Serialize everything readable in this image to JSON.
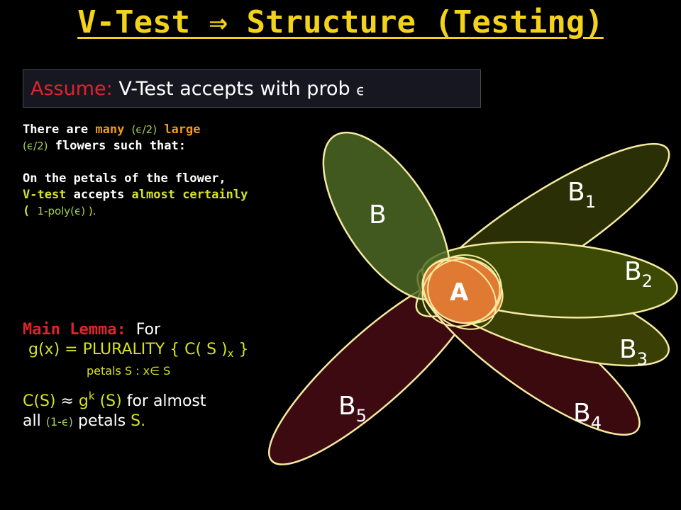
{
  "slide": {
    "title": "V-Test ⇒ Structure (Testing)"
  },
  "assume": {
    "label": "Assume:",
    "text": " V-Test accepts with prob ",
    "epsilon": "ϵ"
  },
  "claim": {
    "line1_a": "There are ",
    "line1_many": "many ",
    "line1_eps": "(ϵ/2)",
    "line1_large": " large",
    "line2_eps": "(ϵ/2)",
    "line2_rest": " flowers such that:",
    "line3": "On the petals of the flower,",
    "line4_a": "V-test",
    "line4_b": " accepts ",
    "line4_c": "almost certainly",
    "line5_a": "( ",
    "line5_b": "1-poly(ϵ)",
    "line5_c": " ).",
    "colors": {
      "many": "#f29a1b",
      "eps": "#a4cf55",
      "large": "#f29a1b",
      "accent": "#d6e21f"
    }
  },
  "lemma": {
    "label": "Main Lemma:",
    "for": "  For",
    "g_expr_a": "g(x) = PLURALITY { C( S )",
    "g_expr_sub": "x",
    "g_expr_b": " }",
    "petals_a": "petals S : x",
    "petals_in": "∈",
    "petals_b": " S",
    "approx_a": "C(S)",
    "approx_sym": " ≈ ",
    "approx_g": "g",
    "approx_sup": "k",
    "approx_b": " (S)",
    "approx_c": " for almost",
    "all_a": "all ",
    "all_eps": "(1-ϵ)",
    "all_b": " petals ",
    "all_s": "S."
  },
  "flower": {
    "labels": {
      "B": "B",
      "B1": "B",
      "B1_sub": "1",
      "B2": "B",
      "B2_sub": "2",
      "B3": "B",
      "B3_sub": "3",
      "B4": "B",
      "B4_sub": "4",
      "B5": "B",
      "B5_sub": "5",
      "A": "A"
    },
    "colors": {
      "B": "#4f6b25",
      "B1": "#2b2f06",
      "B2": "#3d4a06",
      "B3": "#3a3f06",
      "B4": "#3b0a0e",
      "B5": "#3e0a12",
      "A": "#e07a32",
      "outline": "#f4eaa0"
    }
  }
}
